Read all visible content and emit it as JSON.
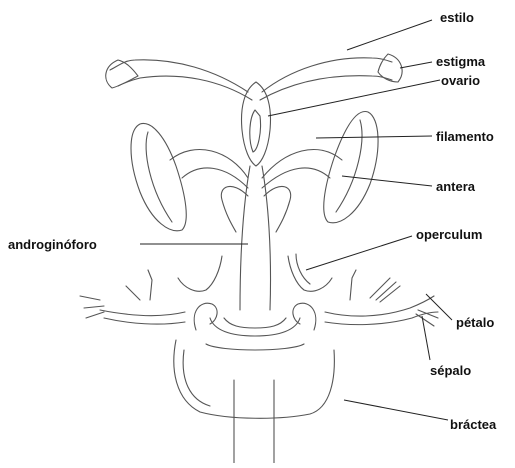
{
  "labels": {
    "estilo": "estilo",
    "estigma": "estigma",
    "ovario": "ovario",
    "filamento": "filamento",
    "antera": "antera",
    "androginoforo": "androginóforo",
    "operculum": "operculum",
    "petalo": "pétalo",
    "sepalo": "sépalo",
    "bractea": "bráctea"
  },
  "colors": {
    "ink": "#555555",
    "leader": "#222222",
    "background": "#ffffff"
  }
}
